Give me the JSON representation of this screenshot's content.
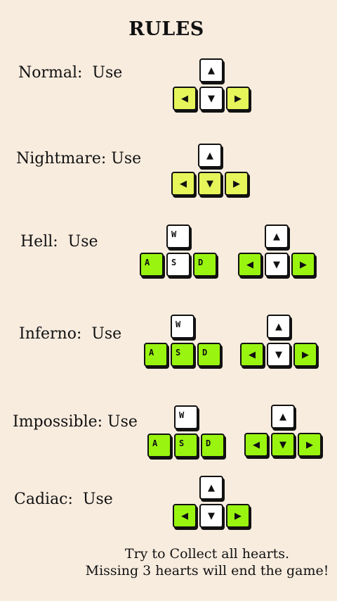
{
  "title": "RULES",
  "colors": {
    "background": "#f8ecdf",
    "yellow_green": "#e5f55a",
    "lime": "#99f50f",
    "white": "#ffffff"
  },
  "modes": [
    {
      "label": "Normal:  Use",
      "clusters": [
        {
          "keys": {
            "up": {
              "label": "▲",
              "color": "white"
            },
            "left": {
              "label": "◀",
              "color": "yellow_green"
            },
            "down": {
              "label": "▼",
              "color": "white"
            },
            "right": {
              "label": "▶",
              "color": "yellow_green"
            }
          }
        }
      ]
    },
    {
      "label": "Nightmare: Use",
      "clusters": [
        {
          "keys": {
            "up": {
              "label": "▲",
              "color": "white"
            },
            "left": {
              "label": "◀",
              "color": "yellow_green"
            },
            "down": {
              "label": "▼",
              "color": "yellow_green"
            },
            "right": {
              "label": "▶",
              "color": "yellow_green"
            }
          }
        }
      ]
    },
    {
      "label": "Hell:  Use",
      "clusters": [
        {
          "keys": {
            "up": {
              "label": "W",
              "color": "white"
            },
            "left": {
              "label": "A",
              "color": "lime"
            },
            "down": {
              "label": "S",
              "color": "white"
            },
            "right": {
              "label": "D",
              "color": "lime"
            }
          }
        },
        {
          "keys": {
            "up": {
              "label": "▲",
              "color": "white"
            },
            "left": {
              "label": "◀",
              "color": "lime"
            },
            "down": {
              "label": "▼",
              "color": "white"
            },
            "right": {
              "label": "▶",
              "color": "lime"
            }
          }
        }
      ]
    },
    {
      "label": "Inferno:  Use",
      "clusters": [
        {
          "keys": {
            "up": {
              "label": "W",
              "color": "white"
            },
            "left": {
              "label": "A",
              "color": "lime"
            },
            "down": {
              "label": "S",
              "color": "lime"
            },
            "right": {
              "label": "D",
              "color": "lime"
            }
          }
        },
        {
          "keys": {
            "up": {
              "label": "▲",
              "color": "white"
            },
            "left": {
              "label": "◀",
              "color": "lime"
            },
            "down": {
              "label": "▼",
              "color": "white"
            },
            "right": {
              "label": "▶",
              "color": "lime"
            }
          }
        }
      ]
    },
    {
      "label": "Impossible: Use",
      "clusters": [
        {
          "keys": {
            "up": {
              "label": "W",
              "color": "white"
            },
            "left": {
              "label": "A",
              "color": "lime"
            },
            "down": {
              "label": "S",
              "color": "lime"
            },
            "right": {
              "label": "D",
              "color": "lime"
            }
          }
        },
        {
          "keys": {
            "up": {
              "label": "▲",
              "color": "white"
            },
            "left": {
              "label": "◀",
              "color": "lime"
            },
            "down": {
              "label": "▼",
              "color": "lime"
            },
            "right": {
              "label": "▶",
              "color": "lime"
            }
          }
        }
      ]
    },
    {
      "label": "Cadiac:  Use",
      "clusters": [
        {
          "keys": {
            "up": {
              "label": "▲",
              "color": "white"
            },
            "left": {
              "label": "◀",
              "color": "lime"
            },
            "down": {
              "label": "▼",
              "color": "white"
            },
            "right": {
              "label": "▶",
              "color": "lime"
            }
          }
        }
      ]
    }
  ],
  "footer": {
    "line1": "Try to Collect all hearts.",
    "line2": "Missing 3 hearts will end the game!"
  }
}
